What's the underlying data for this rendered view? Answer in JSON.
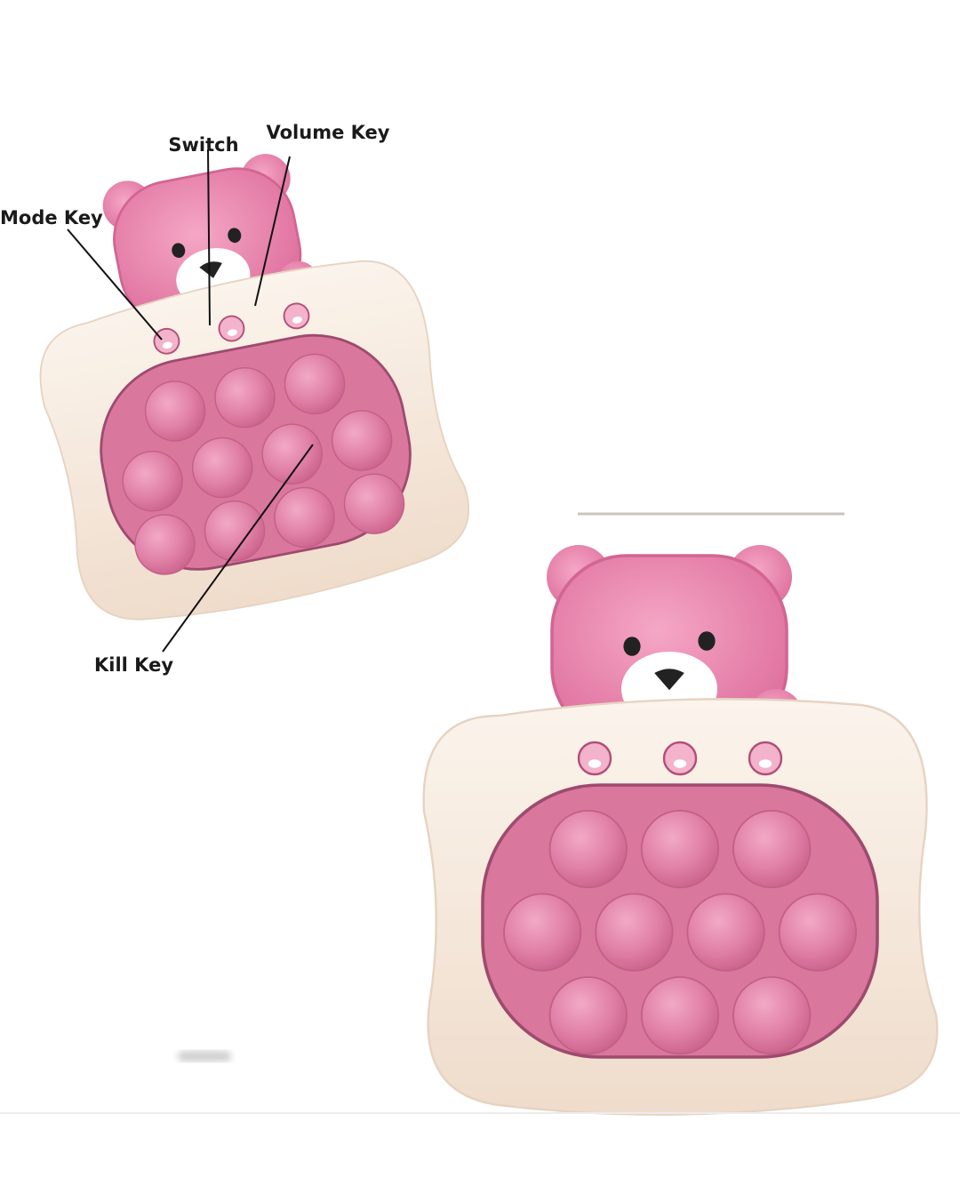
{
  "labels": {
    "switch": "Switch",
    "volume_key": "Volume Key",
    "mode_key": "Mode Key",
    "kill_key": "Kill Key"
  },
  "colors": {
    "shell": "#f6ebe0",
    "bubble_panel": "#d9779d",
    "bubble": "#e58bae",
    "bear": "#ec8db4",
    "bear_muzzle": "#ffffff",
    "text": "#1a1a1a"
  },
  "toys": [
    {
      "name": "annotated-toy",
      "bubble_count": 11
    },
    {
      "name": "plain-toy",
      "bubble_count": 10
    }
  ]
}
